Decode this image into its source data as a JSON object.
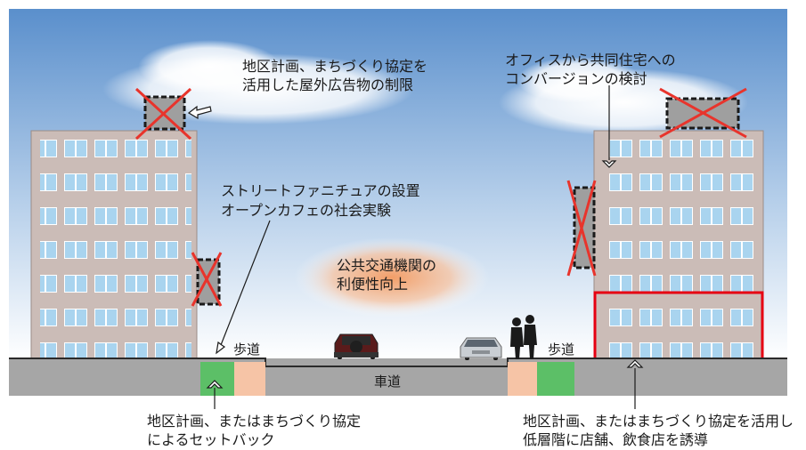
{
  "labels": {
    "billboard_line1": "地区計画、まちづくり協定を",
    "billboard_line2": "活用した屋外広告物の制限",
    "office_line1": "オフィスから共同住宅への",
    "office_line2": "コンバージョンの検討",
    "furniture_line1": "ストリートファニチュアの設置",
    "furniture_line2": "オープンカフェの社会実験",
    "transit_line1": "公共交通機関の",
    "transit_line2": "利便性向上",
    "sidewalk_left": "歩道",
    "sidewalk_right": "歩道",
    "roadway": "車道",
    "setback_line1": "地区計画、またはまちづくり協定",
    "setback_line2": "によるセットバック",
    "shop_line1": "地区計画、またはまちづくり協定を活用し",
    "shop_line2": "低層階に店舗、飲食店を誘導"
  },
  "colors": {
    "sky_top": "#5a8fcc",
    "sky_bottom": "#ffffff",
    "building": "#cbbcb7",
    "window": "#a9d4ef",
    "road": "#a6a6a6",
    "green_zone": "#5cbf67",
    "setback_zone": "#f6c4a6",
    "cross": "#e8342c",
    "highlight": "#e60012",
    "glow": "#f5a56c"
  }
}
